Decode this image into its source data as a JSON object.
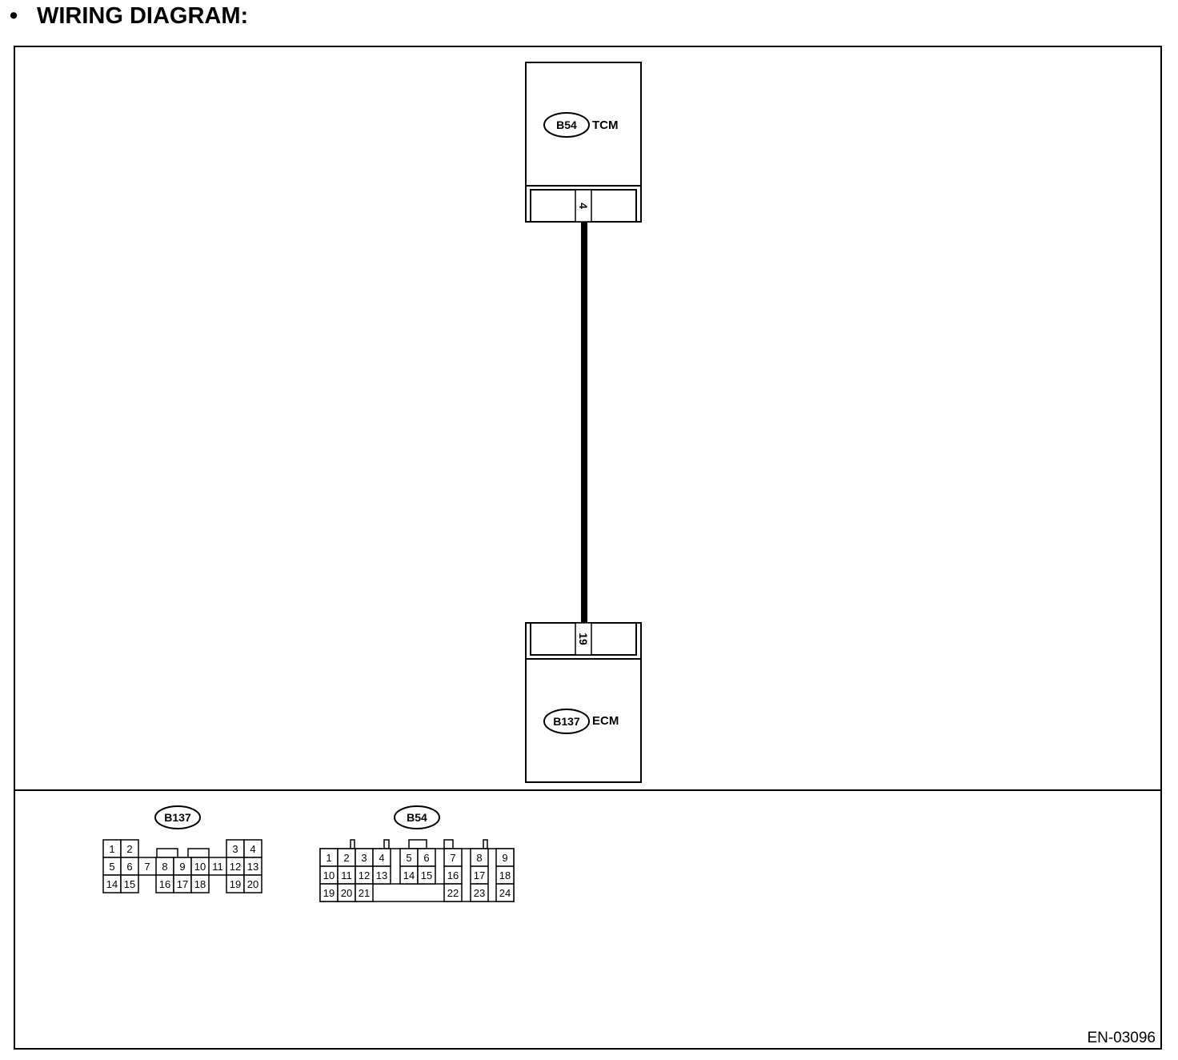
{
  "heading": {
    "bullet": "•",
    "title": "WIRING DIAGRAM:"
  },
  "tcm": {
    "connector": "B54",
    "label": "TCM",
    "pin": "4"
  },
  "ecm": {
    "connector": "B137",
    "label": "ECM",
    "pin": "19"
  },
  "connector_views": {
    "b137": {
      "label": "B137",
      "row1": [
        "1",
        "2",
        "3",
        "4"
      ],
      "row2": [
        "5",
        "6",
        "7",
        "8",
        "9",
        "10",
        "11",
        "12",
        "13"
      ],
      "row3": [
        "14",
        "15",
        "16",
        "17",
        "18",
        "19",
        "20"
      ]
    },
    "b54": {
      "label": "B54",
      "row1": [
        "1",
        "2",
        "3",
        "4",
        "5",
        "6",
        "7",
        "8",
        "9"
      ],
      "row2": [
        "10",
        "11",
        "12",
        "13",
        "14",
        "15",
        "16",
        "17",
        "18"
      ],
      "row3": [
        "19",
        "20",
        "21",
        "22",
        "23",
        "24"
      ]
    }
  },
  "figure_code": "EN-03096"
}
